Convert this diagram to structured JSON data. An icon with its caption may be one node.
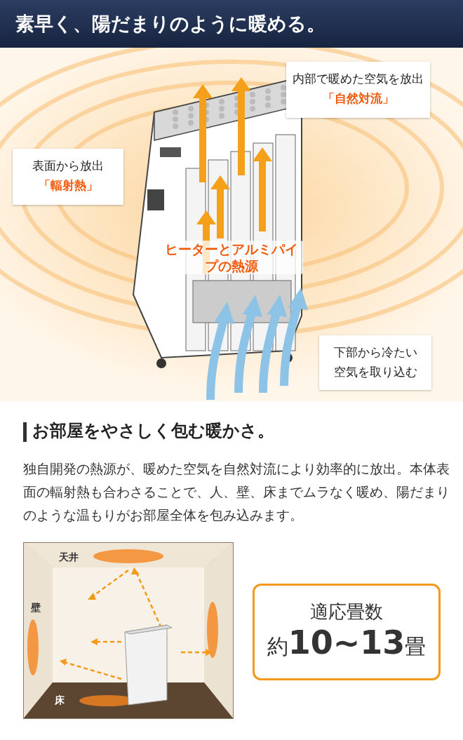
{
  "diagram": {
    "title": "素早く、陽だまりのように暖める。",
    "nodes": [
      {
        "text": [
          "内部で暖めた空気を放出",
          "「自然対流」"
        ]
      },
      {
        "text": [
          "表面から放出",
          "「輻射熱」"
        ]
      },
      {
        "text": [
          "下部から冷たい空気を取り込む"
        ]
      },
      {
        "text": [
          "適応畳数",
          "約**10~13**畳"
        ]
      }
    ],
    "labels": [
      "ヒーターとアルミパイプの熱源",
      "お部屋をやさしく包む暖かさ。",
      "独自開発の熱源が、暖めた空気を自然対流により効率的に放出。本体表面の輻射熱も合わさることで、人、壁、床までムラなく暖め、陽だまりのような温もりがお部屋全体を包み込みます。",
      "天井",
      "壁",
      "床"
    ]
  }
}
